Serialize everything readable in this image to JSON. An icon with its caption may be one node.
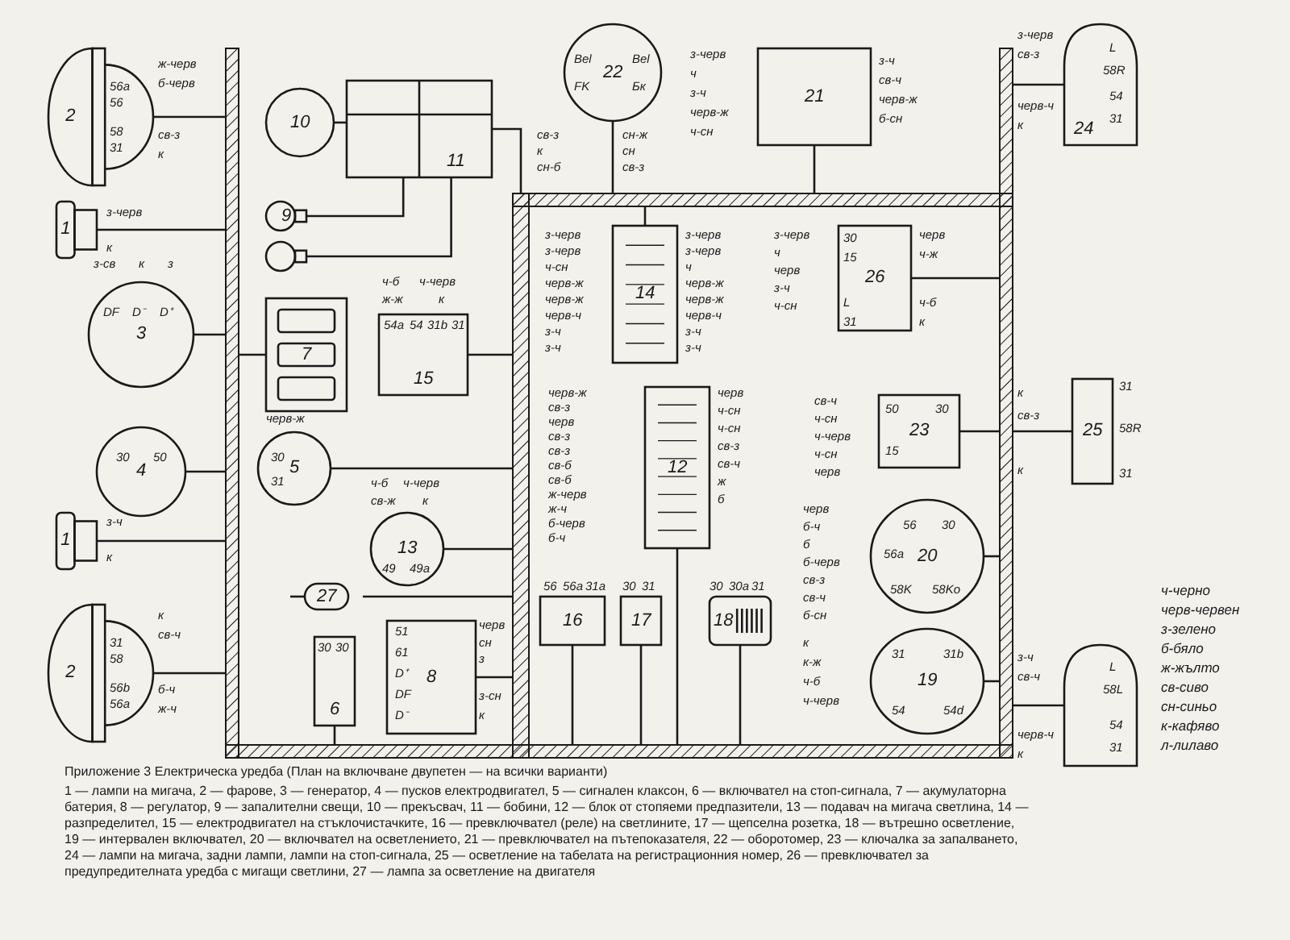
{
  "diagram": {
    "title": "Приложение 3 Електрическа уредба (План на включване двупетен — на всички варианти)",
    "caption": "1 — лампи на мигача, 2 — фарове, 3 — генератор, 4 — пусков електродвигател, 5 — сигнален клаксон, 6 — включвател на стоп-сигнала, 7 — акумулаторна батерия, 8 — регулатор, 9 — запалителни свещи, 10 — прекъсвач, 11 — бобини, 12 — блок от стопяеми предпазители, 13 — подавач на мигача светлина, 14 — разпределител, 15 — електродвигател на стъклочистачките, 16 — превключвател (реле) на светлините, 17 — щепселна розетка, 18 — вътрешно осветление, 19 — интервален включвател, 20 — включвател на осветлението, 21 — превключвател на пътепоказателя, 22 — оборотомер, 23 — ключалка за запалването, 24 — лампи на мигача, задни лампи, лампи на стоп-сигнала, 25 — осветление на табелата на регистрационния номер, 26 — превключвател за предупредителната уредба с мигащи светлини, 27 — лампа за осветление на двигателя",
    "nodes": [
      {
        "text": [
          "2"
        ]
      },
      {
        "text": [
          "1"
        ]
      },
      {
        "text": [
          "10"
        ]
      },
      {
        "text": [
          "11"
        ]
      },
      {
        "text": [
          "9"
        ]
      },
      {
        "text": [],
        "shape": "circle"
      },
      {
        "text": [
          "3"
        ]
      },
      {
        "text": [
          "7"
        ]
      },
      {
        "text": [
          "15"
        ]
      },
      {
        "text": [
          "4"
        ]
      },
      {
        "text": [
          "5"
        ]
      },
      {
        "text": [
          "13"
        ]
      },
      {
        "text": [
          "1"
        ]
      },
      {
        "text": [
          "2"
        ]
      },
      {
        "text": [
          "27"
        ]
      },
      {
        "text": [
          "6"
        ]
      },
      {
        "text": [
          "8"
        ]
      },
      {
        "text": [
          "22"
        ]
      },
      {
        "text": [
          "21"
        ]
      },
      {
        "text": [
          "14"
        ]
      },
      {
        "text": [
          "26"
        ]
      },
      {
        "text": [
          "24"
        ]
      },
      {
        "text": [
          "23"
        ]
      },
      {
        "text": [
          "25"
        ]
      },
      {
        "text": [
          "12"
        ]
      },
      {
        "text": [
          "20"
        ]
      },
      {
        "text": [
          "16"
        ]
      },
      {
        "text": [
          "17"
        ]
      },
      {
        "text": [
          "18"
        ]
      },
      {
        "text": [
          "19"
        ]
      },
      {
        "text": [],
        "shape": "box"
      },
      {
        "text": [],
        "shape": "bar"
      },
      {
        "text": [],
        "shape": "bar"
      },
      {
        "text": [],
        "shape": "bar"
      },
      {
        "text": [],
        "shape": "bar"
      },
      {
        "text": [],
        "shape": "bar"
      }
    ],
    "edges": [
      {
        "from": 0,
        "to": 31,
        "arrow": "none"
      },
      {
        "from": 1,
        "to": 31,
        "arrow": "none"
      },
      {
        "from": 2,
        "to": 3,
        "arrow": "none"
      },
      {
        "from": 3,
        "to": 4,
        "arrow": "none"
      },
      {
        "from": 3,
        "to": 5,
        "arrow": "none"
      },
      {
        "from": 3,
        "to": 32,
        "arrow": "none"
      },
      {
        "from": 6,
        "to": 31,
        "arrow": "none"
      },
      {
        "from": 7,
        "to": 31,
        "arrow": "none"
      },
      {
        "from": 8,
        "to": 32,
        "arrow": "none"
      },
      {
        "from": 9,
        "to": 31,
        "arrow": "none"
      },
      {
        "from": 10,
        "to": 32,
        "arrow": "none"
      },
      {
        "from": 11,
        "to": 32,
        "arrow": "none"
      },
      {
        "from": 12,
        "to": 31,
        "arrow": "none"
      },
      {
        "from": 13,
        "to": 31,
        "arrow": "none"
      },
      {
        "from": 14,
        "to": 32,
        "arrow": "none"
      },
      {
        "from": 15,
        "to": 34,
        "arrow": "none"
      },
      {
        "from": 16,
        "to": 32,
        "arrow": "none"
      },
      {
        "from": 17,
        "to": 35,
        "arrow": "none"
      },
      {
        "from": 18,
        "to": 35,
        "arrow": "none"
      },
      {
        "from": 19,
        "to": 35,
        "arrow": "none"
      },
      {
        "from": 20,
        "to": 33,
        "arrow": "none"
      },
      {
        "from": 21,
        "to": 33,
        "arrow": "none"
      },
      {
        "from": 22,
        "to": 33,
        "arrow": "none"
      },
      {
        "from": 23,
        "to": 33,
        "arrow": "none"
      },
      {
        "from": 24,
        "to": 34,
        "arrow": "none"
      },
      {
        "from": 25,
        "to": 33,
        "arrow": "none"
      },
      {
        "from": 26,
        "to": 34,
        "arrow": "none"
      },
      {
        "from": 27,
        "to": 34,
        "arrow": "none"
      },
      {
        "from": 28,
        "to": 34,
        "arrow": "none"
      },
      {
        "from": 29,
        "to": 33,
        "arrow": "none"
      },
      {
        "from": 30,
        "to": 33,
        "arrow": "none"
      }
    ],
    "labels": [
      "ж-черв",
      "б-черв",
      "св-з",
      "к",
      "56a",
      "56",
      "58",
      "31",
      "з-черв",
      "к",
      "з-св",
      "к",
      "з",
      "DF",
      "D⁻",
      "D⁺",
      "ч-б",
      "ч-черв",
      "ж-ж",
      "к",
      "54a",
      "54",
      "31b",
      "31",
      "30",
      "50",
      "черв-ж",
      "30",
      "31",
      "ч-б",
      "ч-черв",
      "св-ж",
      "к",
      "49",
      "49a",
      "з-ч",
      "к",
      "к",
      "св-ч",
      "б-ч",
      "ж-ч",
      "31",
      "58",
      "56b",
      "56a",
      "30",
      "30",
      "51",
      "61",
      "D⁺",
      "DF",
      "D⁻",
      "черв",
      "сн",
      "з",
      "з-сн",
      "к",
      "св-з",
      "к",
      "сн-б",
      "сн-ж",
      "сн",
      "св-з",
      "Bel",
      "Bel",
      "FK",
      "Бк",
      "з-черв",
      "ч",
      "з-ч",
      "черв-ж",
      "ч-сн",
      "з-ч",
      "св-ч",
      "черв-ж",
      "б-сн",
      "з-черв",
      "з-черв",
      "ч-сн",
      "черв-ж",
      "черв-ж",
      "черв-ч",
      "з-ч",
      "з-ч",
      "з-черв",
      "з-черв",
      "ч",
      "черв-ж",
      "черв-ж",
      "черв-ч",
      "з-ч",
      "з-ч",
      "з-черв",
      "ч",
      "черв",
      "з-ч",
      "ч-сн",
      "черв",
      "ч-ж",
      "ч-б",
      "к",
      "30",
      "15",
      "L",
      "31",
      "з-черв",
      "св-з",
      "черв-ч",
      "к",
      "L",
      "58R",
      "54",
      "31",
      "к",
      "св-з",
      "к",
      "31",
      "58R",
      "31",
      "св-ч",
      "ч-сн",
      "ч-черв",
      "ч-сн",
      "черв",
      "50",
      "15",
      "30",
      "черв-ж",
      "св-з",
      "черв",
      "св-з",
      "св-з",
      "св-б",
      "св-б",
      "ж-черв",
      "ж-ч",
      "б-черв",
      "б-ч",
      "черв",
      "ч-сн",
      "ч-сн",
      "св-з",
      "св-ч",
      "ж",
      "б",
      "черв",
      "б-ч",
      "б",
      "б-черв",
      "св-з",
      "св-ч",
      "б-сн",
      "56",
      "30",
      "56a",
      "58K",
      "58Ko",
      "к",
      "к-ж",
      "ч-б",
      "ч-черв",
      "31",
      "31b",
      "54",
      "54d",
      "56",
      "56a",
      "31a",
      "30",
      "31",
      "30",
      "30a",
      "31",
      "з-ч",
      "св-ч",
      "черв-ч",
      "к",
      "L",
      "58L",
      "54",
      "31",
      "ч-черно",
      "черв-червен",
      "з-зелено",
      "б-бяло",
      "ж-жълто",
      "св-сиво",
      "сн-синьо",
      "к-кафяво",
      "л-лилаво"
    ]
  }
}
